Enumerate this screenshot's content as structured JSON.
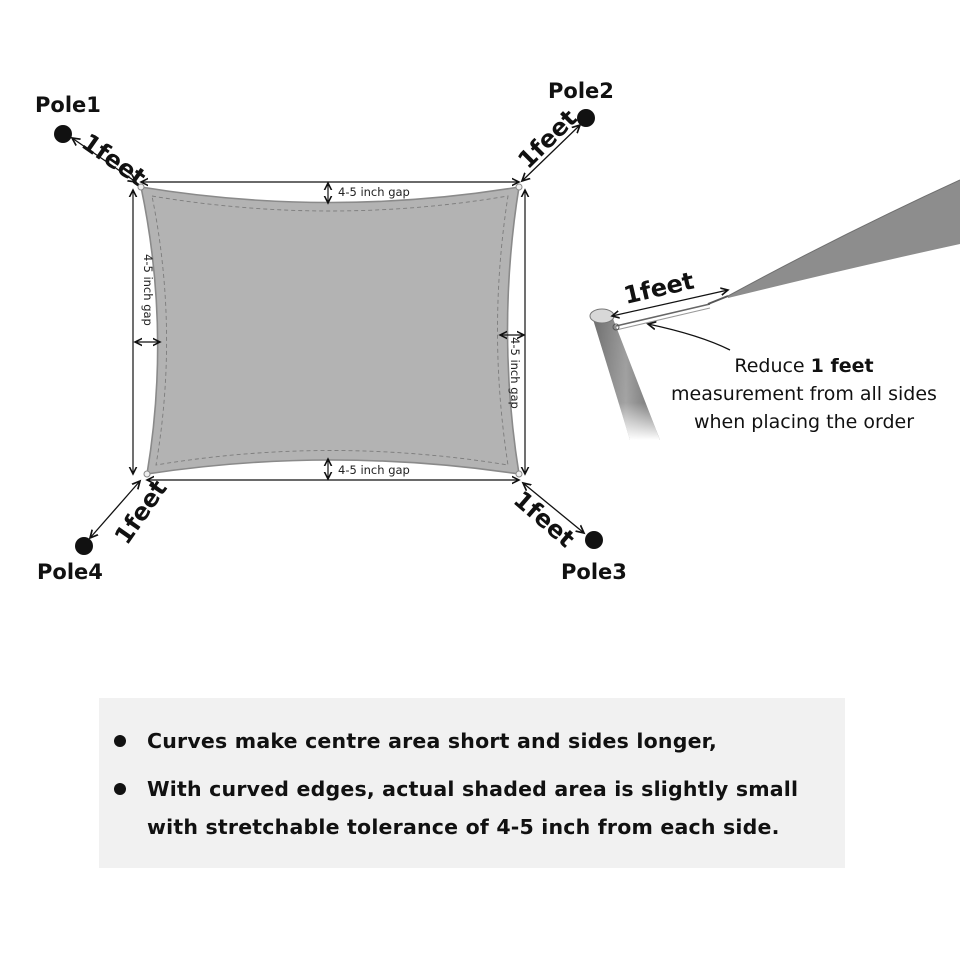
{
  "diagram": {
    "poles": [
      {
        "id": "pole1",
        "label": "Pole1"
      },
      {
        "id": "pole2",
        "label": "Pole2"
      },
      {
        "id": "pole3",
        "label": "Pole3"
      },
      {
        "id": "pole4",
        "label": "Pole4"
      }
    ],
    "distance_label": "1feet",
    "gap_label": "4-5 inch gap",
    "sail_color": "#b3b3b3",
    "sail_edge_color": "#8a8a8a"
  },
  "detail": {
    "distance_label": "1feet",
    "note_line1_prefix": "Reduce ",
    "note_line1_bold": "1 feet",
    "note_line2": "measurement from all sides",
    "note_line3": "when placing the order",
    "sail_color": "#8d8d8d"
  },
  "info": {
    "bullets": [
      "Curves make centre area short and sides longer,",
      "With curved edges, actual shaded area is slightly small with stretchable tolerance of 4-5 inch from each side."
    ],
    "background": "#f1f1f1"
  }
}
